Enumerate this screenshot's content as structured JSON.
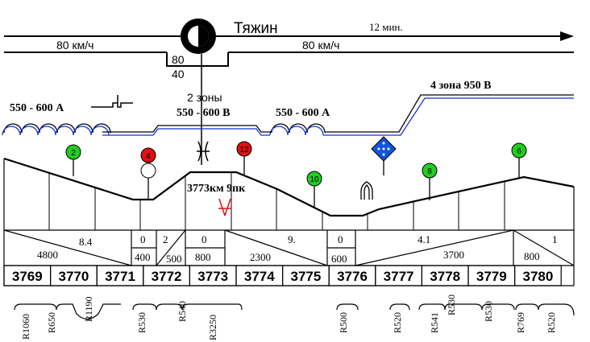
{
  "header": {
    "station": "Тяжин",
    "time": "12 мин.",
    "speed_left": "80 км/ч",
    "speed_right": "80 км/ч",
    "speed_box_top": "80",
    "speed_box_bottom": "40"
  },
  "catenary": {
    "left_label": "550 - 600 А",
    "middle_zones": "2 зоны",
    "middle_voltage": "550 - 600 В",
    "right_label": "550 - 600 А",
    "zone4_label": "4 зона  950 В"
  },
  "profile": {
    "km_mark": "3773км 9пк",
    "signals": [
      {
        "label": "2",
        "color": "#22cc22"
      },
      {
        "label": "4",
        "color": "#dd1111"
      },
      {
        "label": "12",
        "color": "#dd1111"
      },
      {
        "label": "10",
        "color": "#22cc22"
      },
      {
        "label": "8",
        "color": "#22cc22"
      },
      {
        "label": "6",
        "color": "#22cc22"
      }
    ],
    "diamond_color": "#1155dd"
  },
  "grade_table": {
    "cells": [
      {
        "grade": "8.4",
        "length": "4800"
      },
      {
        "grade": "0",
        "length": "400"
      },
      {
        "grade": "2",
        "length": "500"
      },
      {
        "grade": "0",
        "length": "800"
      },
      {
        "grade": "9.",
        "length": "2300"
      },
      {
        "grade": "0",
        "length": "600"
      },
      {
        "grade": "4.1",
        "length": "3700"
      },
      {
        "grade": "1",
        "length": "800"
      }
    ]
  },
  "km_row": [
    "3769",
    "3770",
    "3771",
    "3772",
    "3773",
    "3774",
    "3775",
    "3776",
    "3777",
    "3778",
    "3779",
    "3780"
  ],
  "curves": [
    "R1060",
    "R650",
    "R1190",
    "R530",
    "R540",
    "R3250",
    "R500",
    "R520",
    "R541",
    "R530",
    "R530",
    "R769",
    "R520"
  ]
}
